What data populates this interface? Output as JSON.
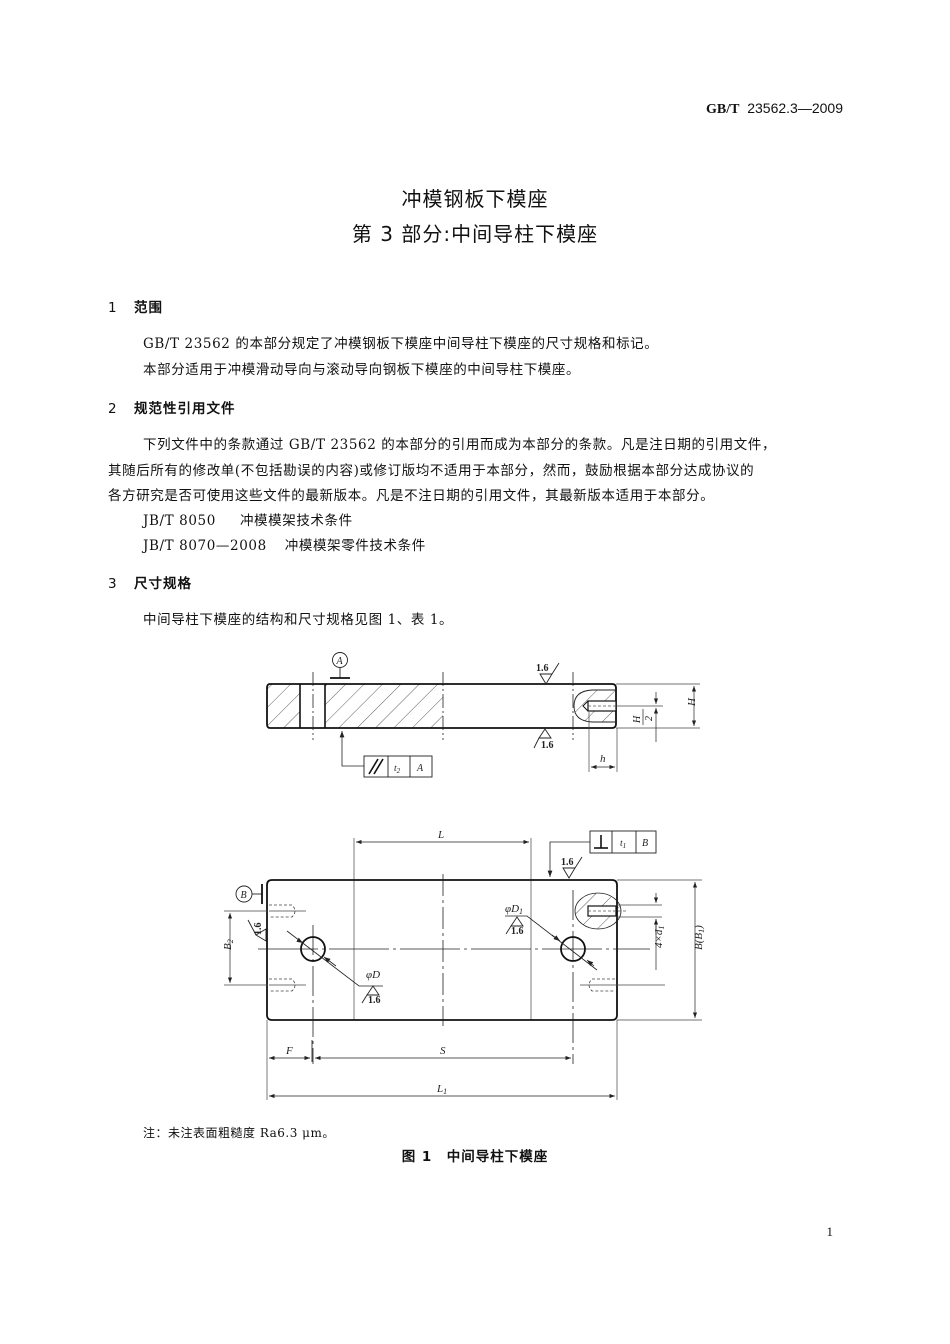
{
  "header": {
    "std_prefix": "GB/T",
    "std_number": "23562.3—2009"
  },
  "title": {
    "line1": "冲模钢板下模座",
    "line2": "第 3 部分:中间导柱下模座"
  },
  "sections": [
    {
      "number": "1",
      "heading": "范围",
      "paragraphs": [
        "GB/T 23562 的本部分规定了冲模钢板下模座中间导柱下模座的尺寸规格和标记。",
        "本部分适用于冲模滑动导向与滚动导向钢板下模座的中间导柱下模座。"
      ]
    },
    {
      "number": "2",
      "heading": "规范性引用文件",
      "paragraph_lines": [
        "下列文件中的条款通过 GB/T 23562 的本部分的引用而成为本部分的条款。凡是注日期的引用文件，",
        "其随后所有的修改单(不包括勘误的内容)或修订版均不适用于本部分，然而，鼓励根据本部分达成协议的",
        "各方研究是否可使用这些文件的最新版本。凡是不注日期的引用文件，其最新版本适用于本部分。"
      ],
      "references": [
        {
          "code": "JB/T 8050",
          "title": "冲模模架技术条件"
        },
        {
          "code": "JB/T 8070—2008",
          "title": "冲模模架零件技术条件"
        }
      ]
    },
    {
      "number": "3",
      "heading": "尺寸规格",
      "paragraphs": [
        "中间导柱下模座的结构和尺寸规格见图 1、表 1。"
      ]
    }
  ],
  "figure": {
    "top_view_labels": {
      "datum_a": "A",
      "roughness_top": "1.6",
      "roughness_bottom": "1.6",
      "tolerance_frame": {
        "symbol": "parallelism-icon",
        "value": "t2",
        "datum": "A"
      },
      "dim_h": "h",
      "dim_half_H_num": "H",
      "dim_half_H_den": "2",
      "dim_H": "H"
    },
    "plan_view_labels": {
      "dim_L": "L",
      "datum_b": "B",
      "tolerance_frame": {
        "symbol": "perpendicularity-icon",
        "value": "t1",
        "datum": "B"
      },
      "roughness_top": "1.6",
      "roughness_left": "1.6",
      "dim_B2": "B2",
      "phi_D": "φD",
      "phi_D_roughness": "1.6",
      "phi_D1": "φD1",
      "phi_D1_roughness": "1.6",
      "dim_4xd1": "4×d1",
      "dim_B_B1": "B(B1)",
      "dim_F": "F",
      "dim_S": "S",
      "dim_L1": "L1"
    },
    "note": "注：未注表面粗糙度 Ra6.3 μm。",
    "caption": "图 1　中间导柱下模座"
  },
  "footer": {
    "page_number": "1"
  }
}
